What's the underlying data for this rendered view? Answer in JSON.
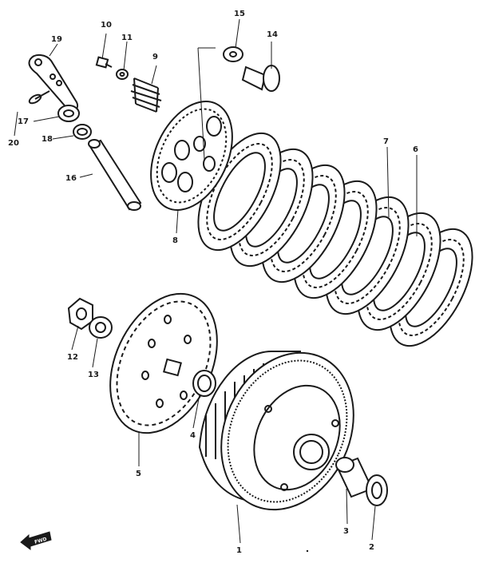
{
  "diagram": {
    "callouts": {
      "c1": "1",
      "c2": "2",
      "c3": "3",
      "c4": "4",
      "c5": "5",
      "c6": "6",
      "c7": "7",
      "c8": "8",
      "c9": "9",
      "c10": "10",
      "c11": "11",
      "c12": "12",
      "c13": "13",
      "c14": "14",
      "c15": "15",
      "c16": "16",
      "c17": "17",
      "c18": "18",
      "c19": "19",
      "c20": "20"
    },
    "forward_marker": "FWD",
    "ink_color": "#1a1a1a",
    "paper_color": "#ffffff"
  }
}
